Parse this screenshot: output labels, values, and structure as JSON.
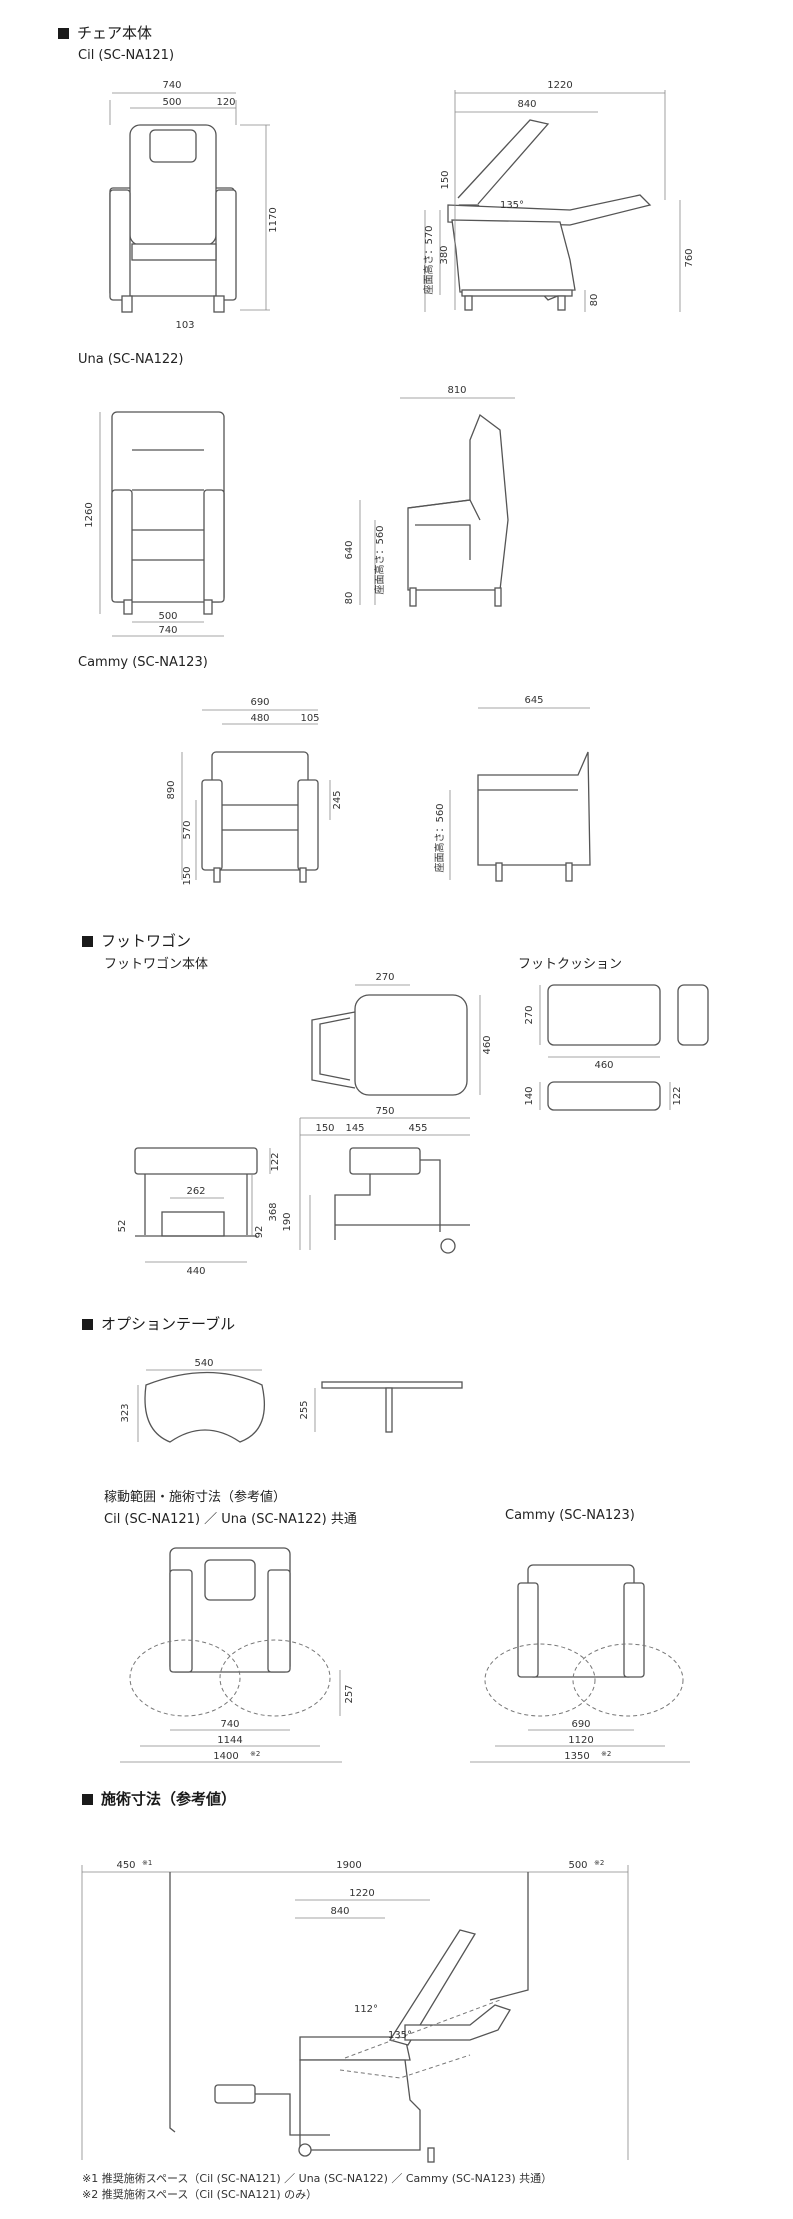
{
  "sections": {
    "chair": "チェア本体",
    "footwagon": "フットワゴン",
    "option_table": "オプションテーブル",
    "treatment": "施術寸法（参考値）"
  },
  "chairs": {
    "cil": "Cil (SC-NA121)",
    "una": "Una (SC-NA122)",
    "cammy": "Cammy (SC-NA123)"
  },
  "footwagon": {
    "body_label": "フットワゴン本体",
    "cushion_label": "フットクッション"
  },
  "range": {
    "title": "稼動範囲・施術寸法（参考値）",
    "left_label": "Cil (SC-NA121) ／ Una (SC-NA122) 共通",
    "right_label": "Cammy (SC-NA123)"
  },
  "dims": {
    "cil_front_w": "740",
    "cil_front_seat": "500",
    "cil_front_arm": "120",
    "cil_front_h": "1170",
    "cil_front_leg": "103",
    "cil_side_w": "1220",
    "cil_side_seat": "840",
    "cil_side_150": "150",
    "cil_side_angle": "135°",
    "cil_side_570": "座面高さ：570",
    "cil_side_380": "380",
    "cil_side_760": "760",
    "cil_side_80": "80",
    "una_h": "1260",
    "una_seat": "500",
    "una_w": "740",
    "una_side_w": "810",
    "una_side_640": "640",
    "una_side_560": "座面高さ：560",
    "una_side_80": "80",
    "cammy_w": "690",
    "cammy_seat": "480",
    "cammy_arm": "105",
    "cammy_h": "890",
    "cammy_570": "570",
    "cammy_150": "150",
    "cammy_245": "245",
    "cammy_side_w": "645",
    "cammy_side_560": "座面高さ：560",
    "fw_top_270": "270",
    "fw_top_460": "460",
    "fc_270": "270",
    "fc_460": "460",
    "fc_140": "140",
    "fc_122": "122",
    "fw_front_122": "122",
    "fw_front_262": "262",
    "fw_front_52": "52",
    "fw_front_92": "92",
    "fw_front_368": "368",
    "fw_front_440": "440",
    "fw_side_750": "750",
    "fw_side_150": "150",
    "fw_side_145": "145",
    "fw_side_455": "455",
    "fw_side_190": "190",
    "tbl_540": "540",
    "tbl_323": "323",
    "tbl_255": "255",
    "r_740": "740",
    "r_1144": "1144",
    "r_1400": "1400",
    "r_1400_note": "※2",
    "r_257": "257",
    "r2_690": "690",
    "r2_1120": "1120",
    "r2_1350": "1350",
    "r2_1350_note": "※2",
    "t_450": "450",
    "t_450_note": "※1",
    "t_1900": "1900",
    "t_500": "500",
    "t_500_note": "※2",
    "t_1220": "1220",
    "t_840": "840",
    "t_112": "112°",
    "t_135": "135°"
  },
  "footnotes": {
    "n1": "※1 推奨施術スペース（Cil (SC-NA121) ／ Una (SC-NA122) ／ Cammy (SC-NA123) 共通）",
    "n2": "※2 推奨施術スペース（Cil (SC-NA121) のみ）"
  }
}
